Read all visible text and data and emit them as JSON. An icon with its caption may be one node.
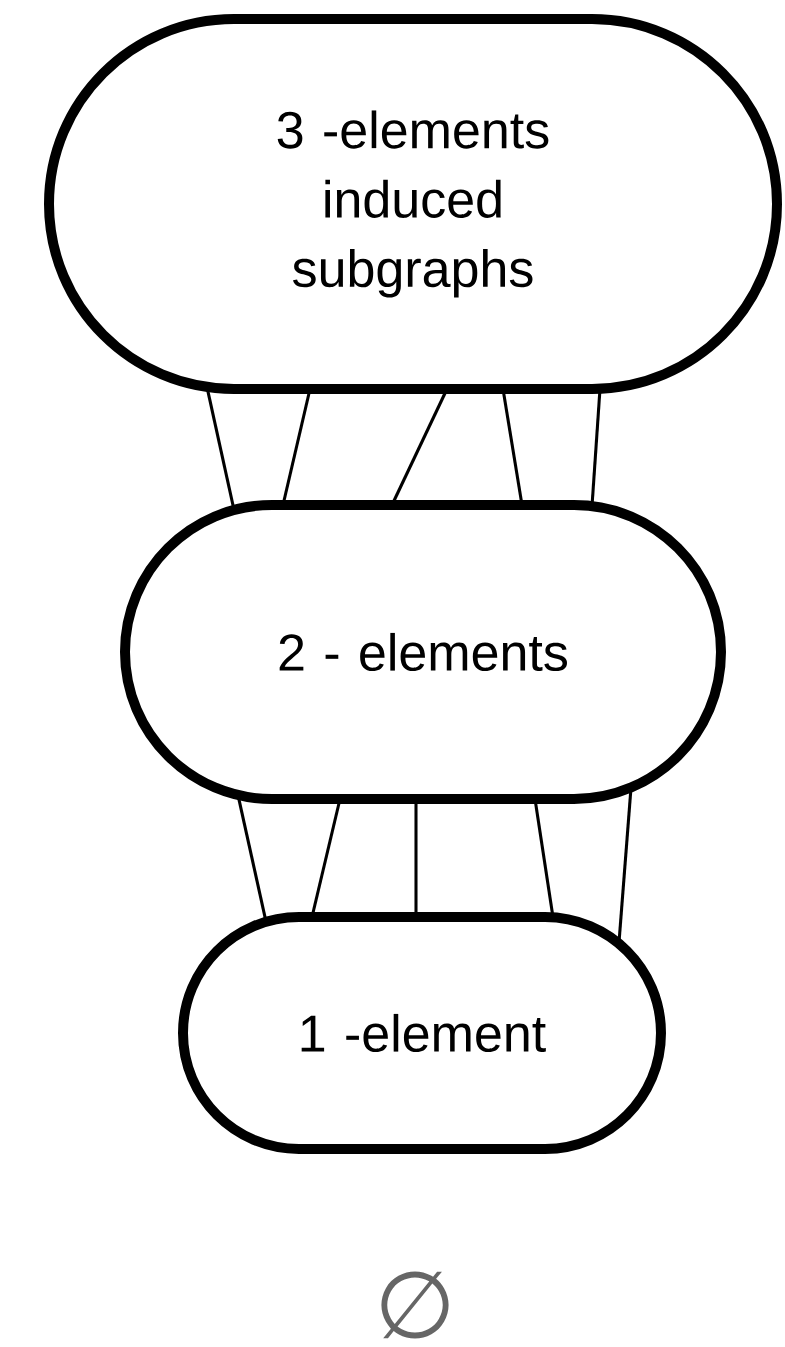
{
  "diagram": {
    "nodes": [
      {
        "text": [
          "3 -elements induced subgraphs"
        ]
      },
      {
        "text": [
          "2 - elements"
        ]
      },
      {
        "text": [
          "1 -element"
        ]
      }
    ],
    "edges": [
      {
        "from": 0,
        "to": 1,
        "arrow": "none"
      },
      {
        "from": 0,
        "to": 1,
        "arrow": "none"
      },
      {
        "from": 0,
        "to": 1,
        "arrow": "none"
      },
      {
        "from": 0,
        "to": 1,
        "arrow": "none"
      },
      {
        "from": 0,
        "to": 1,
        "arrow": "none"
      },
      {
        "from": 1,
        "to": 2,
        "arrow": "none"
      },
      {
        "from": 1,
        "to": 2,
        "arrow": "none"
      },
      {
        "from": 1,
        "to": 2,
        "arrow": "none"
      },
      {
        "from": 1,
        "to": 2,
        "arrow": "none"
      },
      {
        "from": 1,
        "to": 2,
        "arrow": "none"
      }
    ],
    "labels": [
      "∅"
    ]
  }
}
